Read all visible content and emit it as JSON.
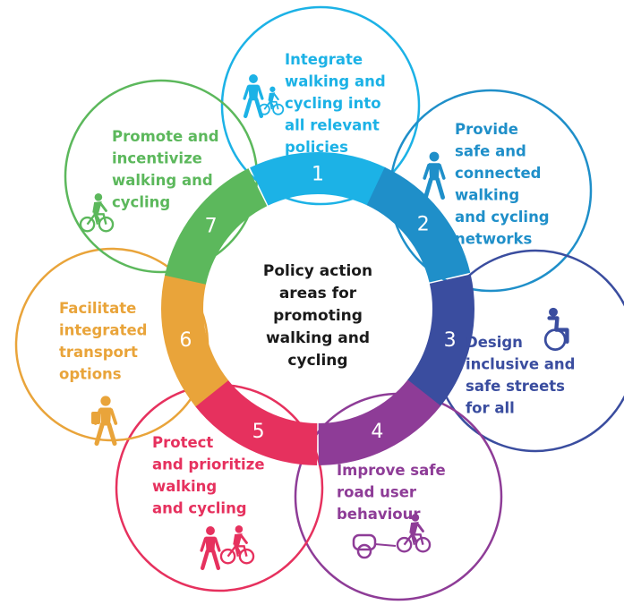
{
  "center": {
    "lines": [
      "Policy action",
      "areas for",
      "promoting",
      "walking and",
      "cycling"
    ]
  },
  "areas": [
    {
      "number": "1",
      "color": "#1cb2e6",
      "icon": "walking-adult-child-cycling-icon",
      "lines": [
        "Integrate",
        "walking and",
        "cycling into",
        "all relevant",
        "policies"
      ]
    },
    {
      "number": "2",
      "color": "#1f8fc9",
      "icon": "walking-person-phone-icon",
      "lines": [
        "Provide",
        "safe and",
        "connected",
        "walking",
        "and cycling",
        "networks"
      ]
    },
    {
      "number": "3",
      "color": "#3a4d9f",
      "icon": "wheelchair-user-icon",
      "lines": [
        "Design",
        "inclusive and",
        "safe streets",
        "for all"
      ]
    },
    {
      "number": "4",
      "color": "#8e3c97",
      "icon": "cyclist-with-trailer-icon",
      "lines": [
        "Improve safe",
        "road user",
        "behaviour"
      ]
    },
    {
      "number": "5",
      "color": "#e6315e",
      "icon": "pedestrian-and-cyclist-icon",
      "lines": [
        "Protect",
        "and prioritize",
        "walking",
        "and cycling"
      ]
    },
    {
      "number": "6",
      "color": "#e9a43a",
      "icon": "walking-person-bag-icon",
      "lines": [
        "Facilitate",
        "integrated",
        "transport",
        "options"
      ]
    },
    {
      "number": "7",
      "color": "#5cb85c",
      "icon": "folding-bike-cyclist-icon",
      "lines": [
        "Promote and",
        "incentivize",
        "walking and",
        "cycling"
      ]
    }
  ]
}
